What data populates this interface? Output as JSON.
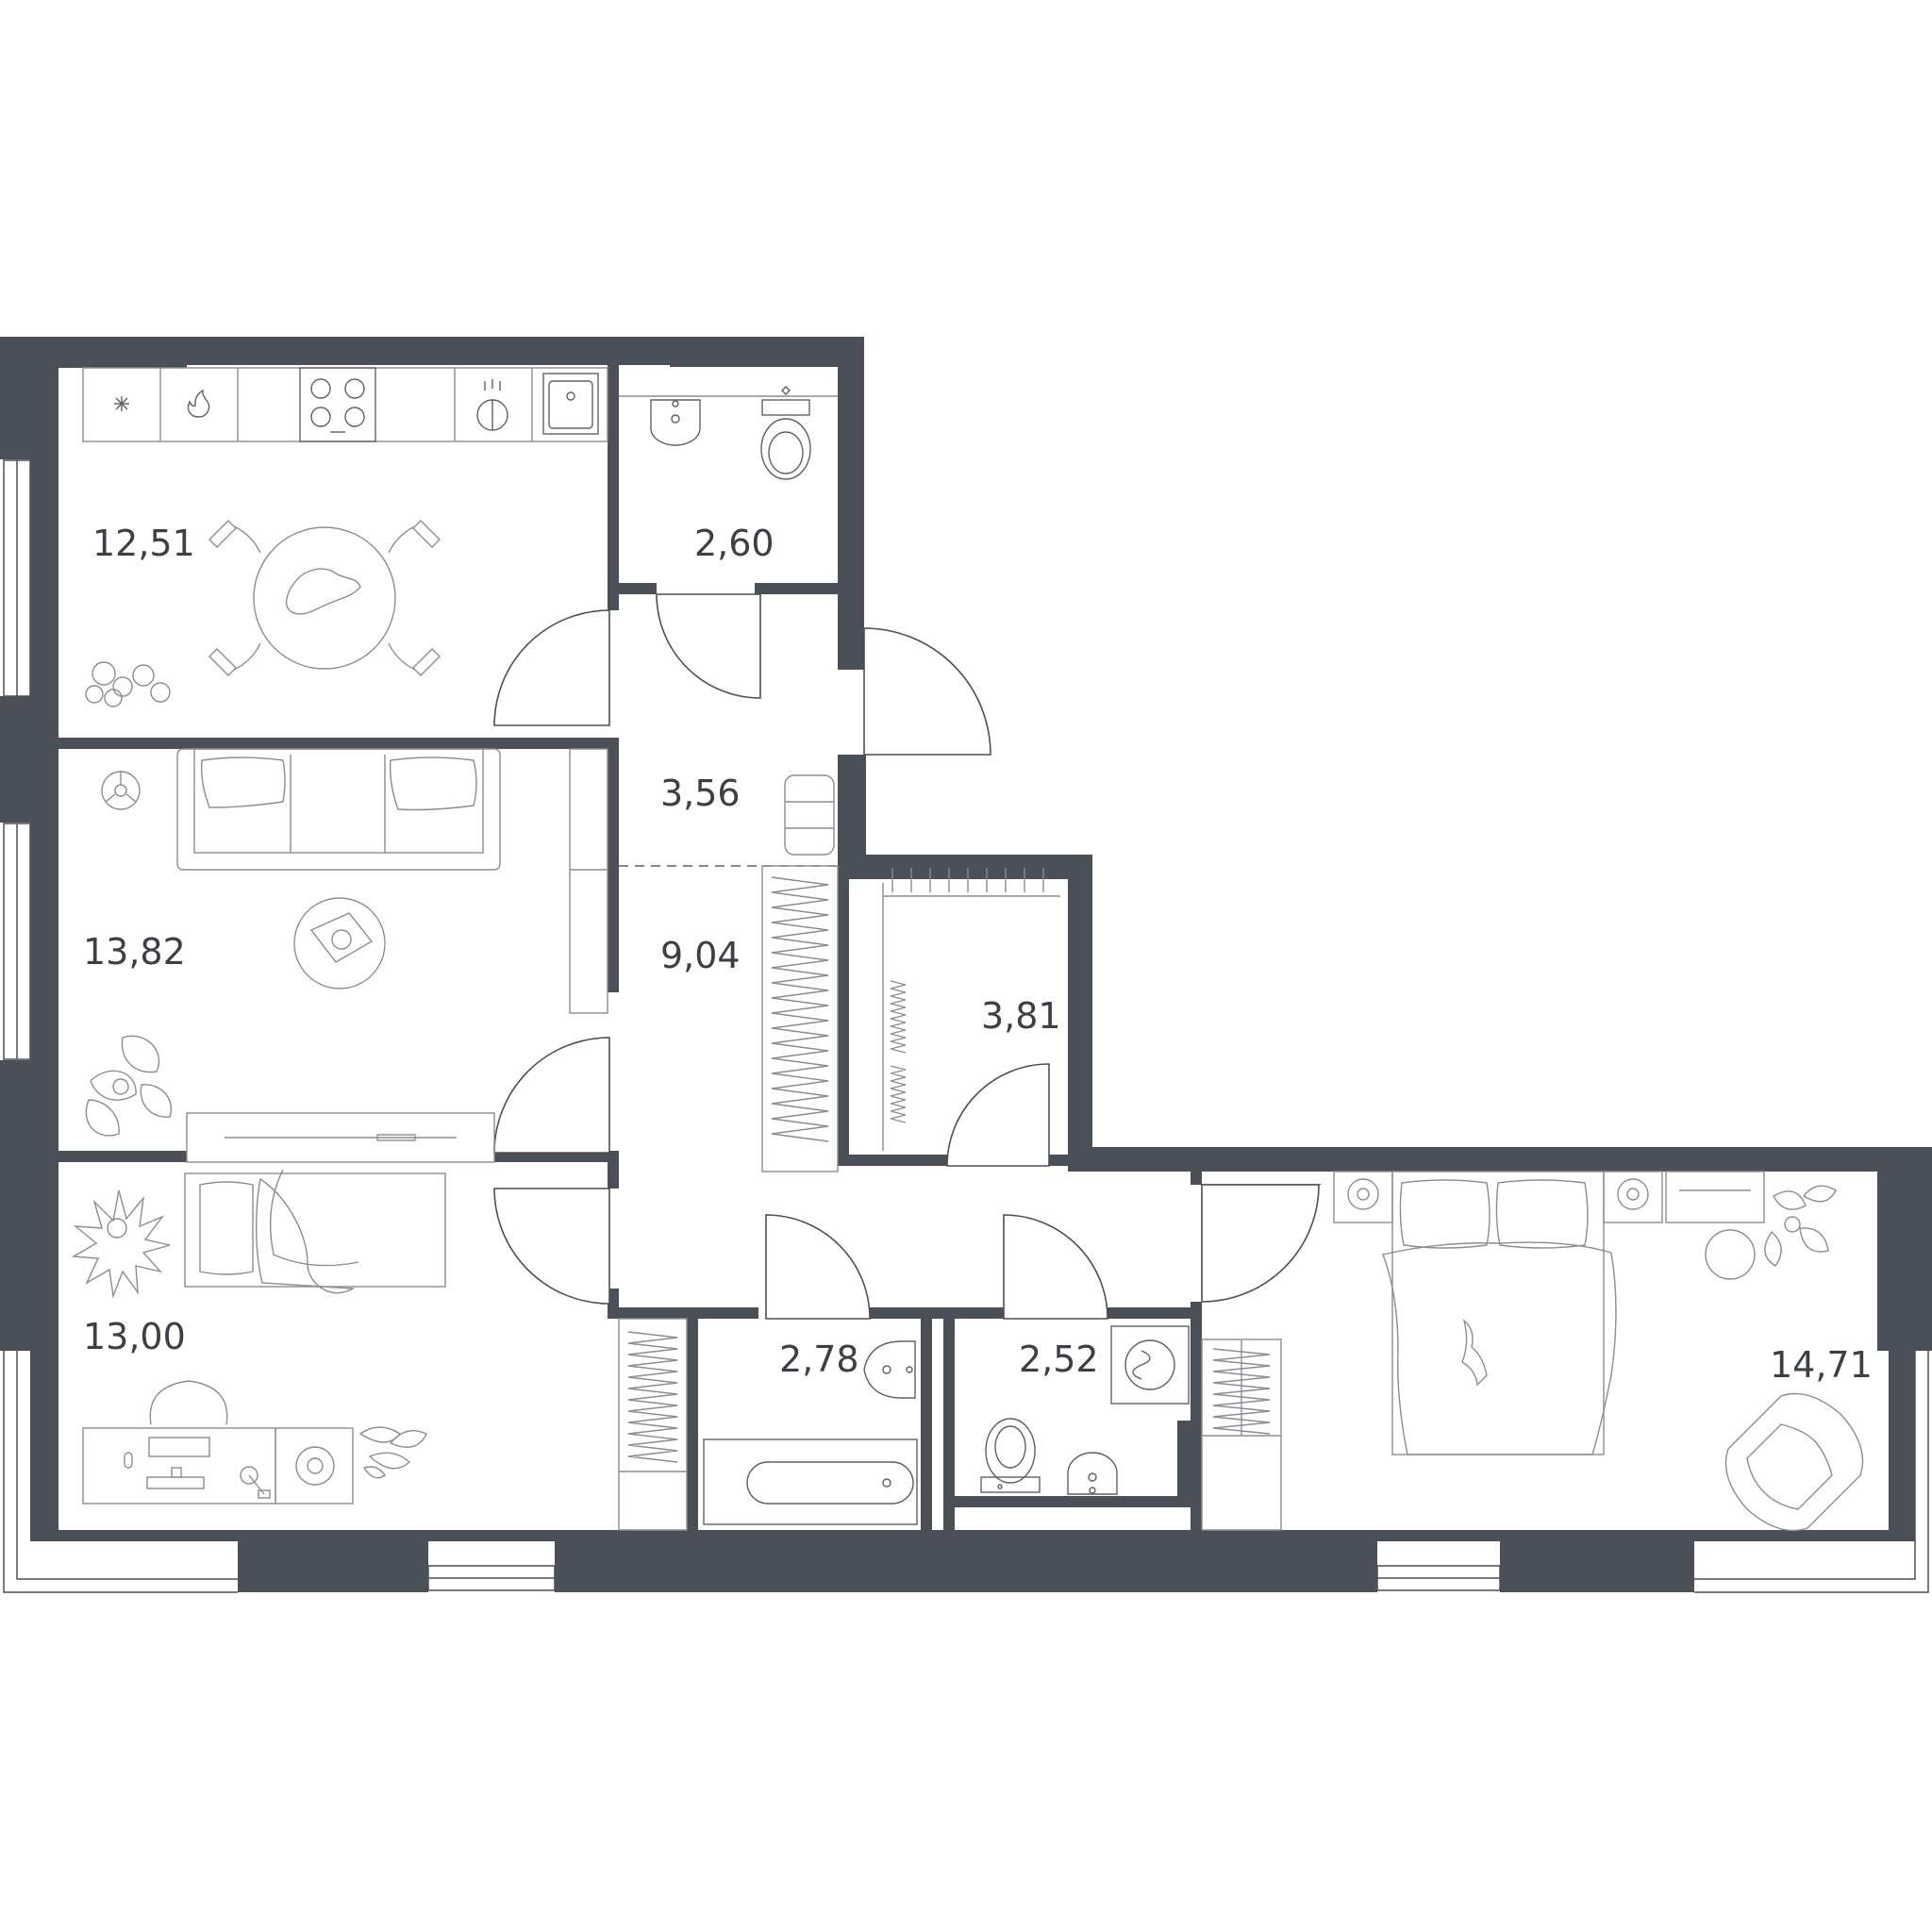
{
  "floor_plan": {
    "colors": {
      "wall": "#4b4f57",
      "furniture": "#8a8d93",
      "background": "#ffffff"
    },
    "rooms": [
      {
        "id": "kitchen",
        "area": "12,51"
      },
      {
        "id": "wc",
        "area": "2,60"
      },
      {
        "id": "hall-upper",
        "area": "3,56"
      },
      {
        "id": "living",
        "area": "13,82"
      },
      {
        "id": "corridor",
        "area": "9,04"
      },
      {
        "id": "wardrobe",
        "area": "3,81"
      },
      {
        "id": "bedroom-1",
        "area": "13,00"
      },
      {
        "id": "bathroom",
        "area": "2,78"
      },
      {
        "id": "shower-room",
        "area": "2,52"
      },
      {
        "id": "bedroom-2",
        "area": "14,71"
      }
    ],
    "icons": [
      "snowflake-icon",
      "flame-icon",
      "washing-machine-icon",
      "toilet-icon",
      "sink-icon",
      "bathtub-icon",
      "plant-icon",
      "bed-icon",
      "sofa-icon",
      "desk-icon"
    ]
  }
}
